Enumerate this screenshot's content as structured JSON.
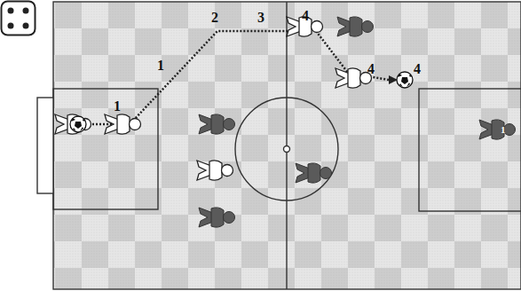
{
  "diagram": {
    "labels": [
      "1",
      "1",
      "2",
      "3",
      "4",
      "4",
      "4",
      "1"
    ]
  }
}
